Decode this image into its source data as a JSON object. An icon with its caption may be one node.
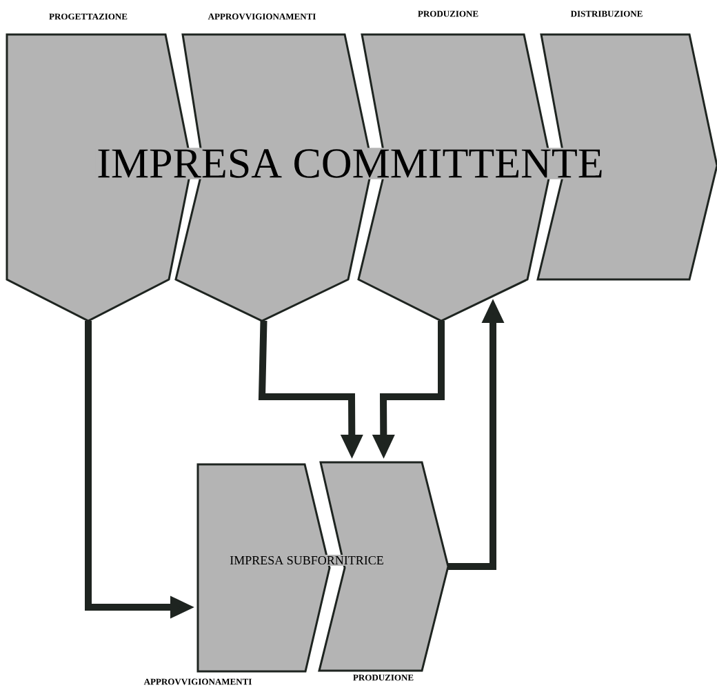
{
  "diagram": {
    "nodes": [
      {
        "text": [
          "PROGETTAZIONE"
        ]
      },
      {
        "text": [
          "APPROVVIGIONAMENTI"
        ]
      },
      {
        "text": [
          "PRODUZIONE"
        ]
      },
      {
        "text": [
          "DISTRIBUZIONE"
        ]
      },
      {
        "text": [
          "APPROVVIGIONAMENTI"
        ]
      },
      {
        "text": [
          "PRODUZIONE"
        ]
      }
    ],
    "edges": [
      {
        "from": 0,
        "to": 4,
        "arrow": "to"
      },
      {
        "from": 1,
        "to": 5,
        "arrow": "to"
      },
      {
        "from": 2,
        "to": 5,
        "arrow": "to"
      },
      {
        "from": 5,
        "to": 2,
        "arrow": "to"
      }
    ],
    "labels": [
      "IMPRESA COMMITTENTE",
      "IMPRESA SUBFORNITRICE"
    ]
  }
}
